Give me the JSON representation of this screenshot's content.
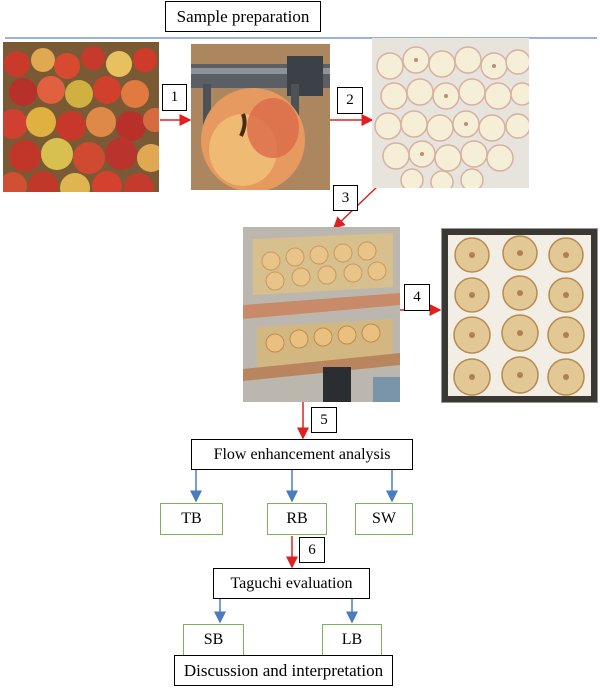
{
  "title": "Sample preparation",
  "steps": [
    "1",
    "2",
    "3",
    "4",
    "5",
    "6"
  ],
  "flow_box": "Flow enhancement analysis",
  "flow_outputs": [
    "TB",
    "RB",
    "SW"
  ],
  "taguchi_box": "Taguchi evaluation",
  "taguchi_outputs": [
    "SB",
    "LB"
  ],
  "final_box": "Discussion and interpretation",
  "colors": {
    "arrow_red": "#e02020",
    "arrow_blue": "#4a7cc0",
    "box_green": "#7ab35a",
    "rule_blue": "#5b85c4"
  }
}
